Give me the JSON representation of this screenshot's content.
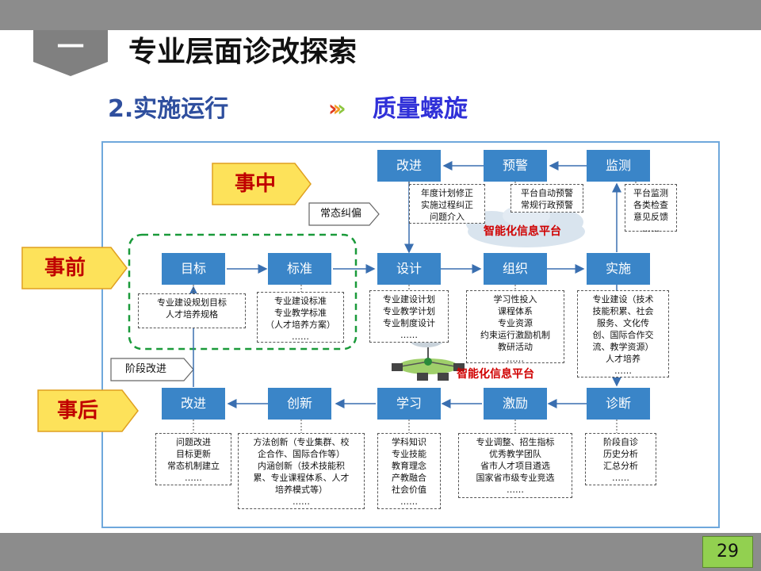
{
  "header": {
    "section_number": "一",
    "title": "专业层面诊改探索"
  },
  "subheader": {
    "left": "2.实施运行",
    "chevrons": "›››",
    "right": "质量螺旋"
  },
  "phases": {
    "during": "事中",
    "before": "事前",
    "after": "事后"
  },
  "tags": {
    "routine_correction": "常态纠偏",
    "stage_improvement": "阶段改进"
  },
  "platform_label": "智能化信息平台",
  "boxes": {
    "improve_top": "改进",
    "warning": "预警",
    "monitor": "监测",
    "goal": "目标",
    "standard": "标准",
    "design": "设计",
    "organize": "组织",
    "implement": "实施",
    "improve_bottom": "改进",
    "innovate": "创新",
    "learn": "学习",
    "incentive": "激励",
    "diagnose": "诊断"
  },
  "notes": {
    "improve_top": [
      "年度计划修正",
      "实施过程纠正",
      "问题介入"
    ],
    "warning": [
      "平台自动预警",
      "常规行政预警"
    ],
    "monitor": [
      "平台监测",
      "各类检查",
      "意见反馈",
      "……"
    ],
    "goal": [
      "专业建设规划目标",
      "人才培养规格"
    ],
    "standard": [
      "专业建设标准",
      "专业教学标准",
      "（人才培养方案）",
      "……"
    ],
    "design": [
      "专业建设计划",
      "专业教学计划",
      "专业制度设计",
      "……"
    ],
    "organize": [
      "学习性投入",
      "课程体系",
      "专业资源",
      "约束运行激励机制",
      "教研活动",
      "……"
    ],
    "implement": [
      "专业建设（技术",
      "技能积累、社会",
      "服务、文化传",
      "创、国际合作交",
      "流、教学资源）",
      "人才培养",
      "……"
    ],
    "improve_bottom": [
      "问题改进",
      "目标更新",
      "常态机制建立",
      "……"
    ],
    "innovate": [
      "方法创新（专业集群、校",
      "企合作、国际合作等）",
      "内涵创新（技术技能积",
      "累、专业课程体系、人才",
      "培养模式等）",
      "……"
    ],
    "learn": [
      "学科知识",
      "专业技能",
      "教育理念",
      "产教融合",
      "社会价值",
      "……"
    ],
    "incentive": [
      "专业调整、招生指标",
      "优秀教学团队",
      "省市人才项目遴选",
      "国家省市级专业竞选",
      "……"
    ],
    "diagnose": [
      "阶段自诊",
      "历史分析",
      "汇总分析",
      "……"
    ]
  },
  "footer": {
    "page_number": "29"
  },
  "colors": {
    "box_blue": "#3a85c8",
    "phase_red": "#c00000",
    "phase_yellow": "#fde25a",
    "dashed_green": "#1a9a3a",
    "frame_border": "#6fa8dc"
  }
}
